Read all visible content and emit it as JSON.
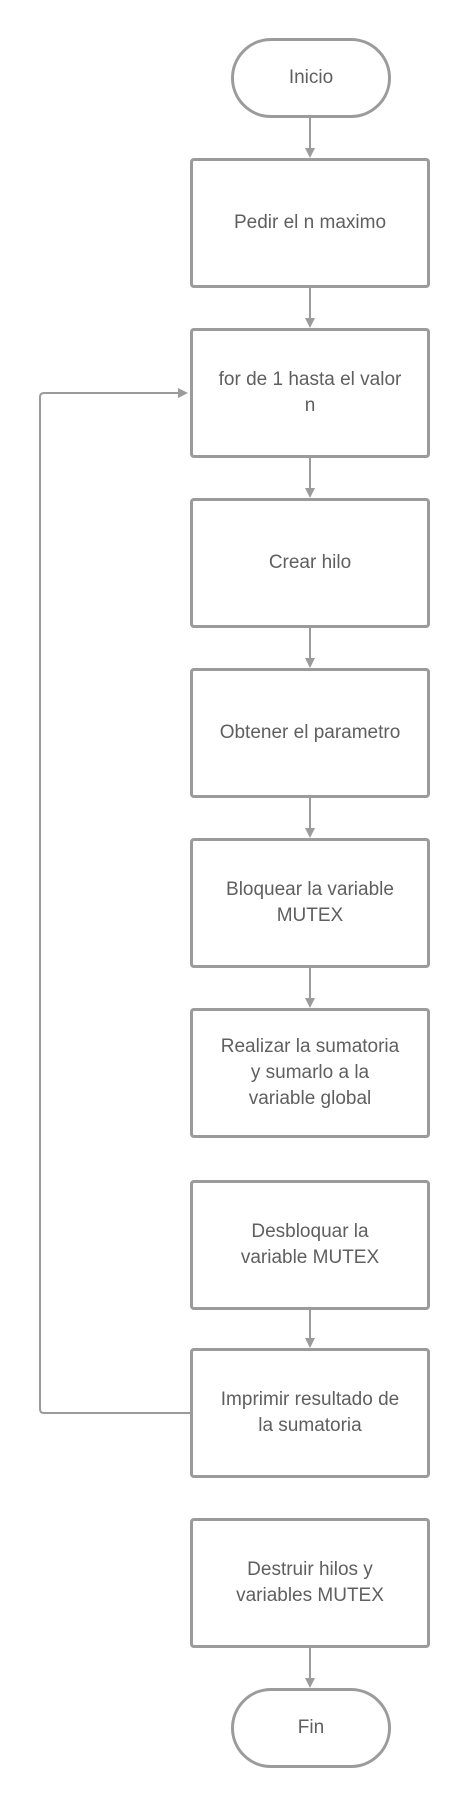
{
  "flowchart": {
    "start": "Inicio",
    "steps": [
      "Pedir el n maximo",
      "for de 1 hasta el valor\nn",
      "Crear hilo",
      "Obtener el parametro",
      "Bloquear la variable\nMUTEX",
      "Realizar la sumatoria\ny sumarlo a la\nvariable global",
      "Desbloquar la\nvariable MUTEX",
      "Imprimir resultado de\nla sumatoria",
      "Destruir hilos y\nvariables MUTEX"
    ],
    "end": "Fin",
    "colors": {
      "stroke": "#9b9b9b",
      "text": "#5f5f5f",
      "background": "#ffffff"
    }
  }
}
